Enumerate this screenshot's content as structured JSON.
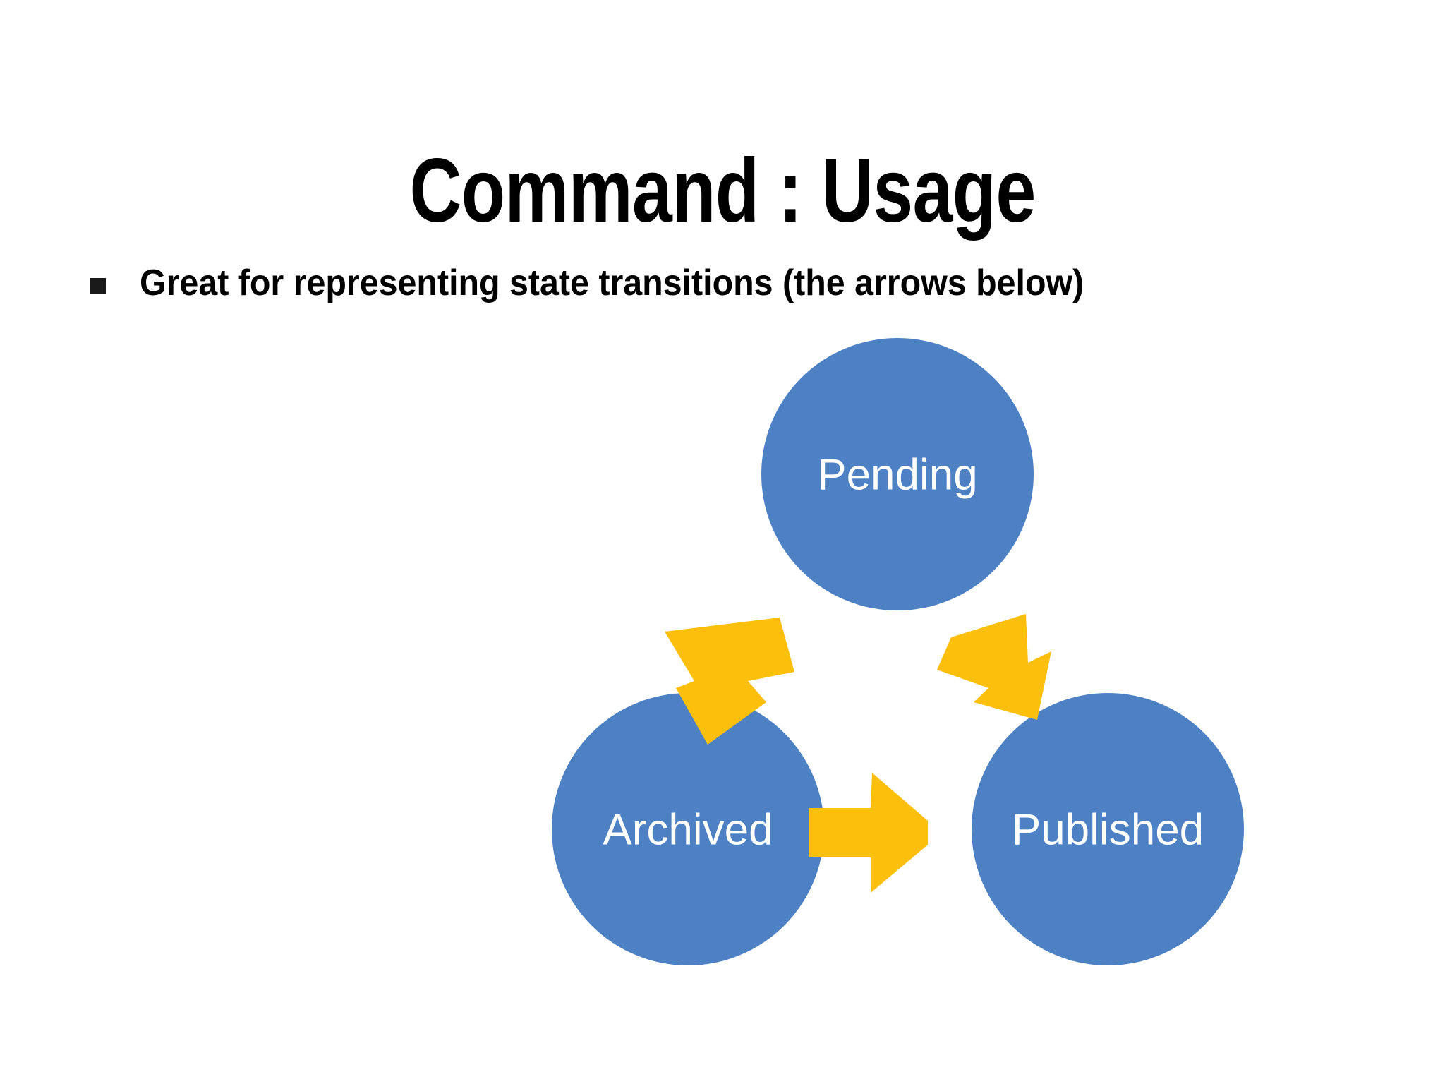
{
  "slide": {
    "title": "Command : Usage",
    "background_color": "#FFFFFF"
  },
  "bullets": [
    {
      "marker": "square-bullet",
      "text": "Great for representing state transitions (the arrows below)"
    }
  ],
  "diagram": {
    "type": "state-transition-cycle",
    "node_fill_color": "#4E81C3",
    "node_text_color": "#FFFFFF",
    "arrow_color": "#FBBF0C",
    "nodes": [
      {
        "id": "pending",
        "label": "Pending",
        "position": "top"
      },
      {
        "id": "published",
        "label": "Published",
        "position": "bottom-right"
      },
      {
        "id": "archived",
        "label": "Archived",
        "position": "bottom-left"
      }
    ],
    "transitions": [
      {
        "from": "pending",
        "to": "published",
        "direction": "down-right"
      },
      {
        "from": "published",
        "to": "archived",
        "direction": "left"
      },
      {
        "from": "archived",
        "to": "pending",
        "direction": "up-right"
      }
    ]
  }
}
